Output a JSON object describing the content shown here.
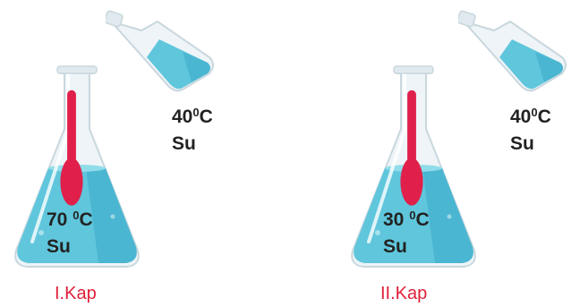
{
  "scenes": [
    {
      "beaker_temp": "70",
      "beaker_unit": "C",
      "beaker_liquid": "Su",
      "poured_temp": "40",
      "poured_unit": "C",
      "poured_liquid": "Su",
      "caption": "I.Kap"
    },
    {
      "beaker_temp": "30",
      "beaker_unit": "C",
      "beaker_liquid": "Su",
      "poured_temp": "40",
      "poured_unit": "C",
      "poured_liquid": "Su",
      "caption": "II.Kap"
    }
  ],
  "degree_symbol": "0",
  "colors": {
    "water_light": "#5fc6dc",
    "water_dark": "#3aa9c8",
    "thermometer": "#e0204a",
    "caption": "#e0203a",
    "glass": "#d9e6ec"
  }
}
